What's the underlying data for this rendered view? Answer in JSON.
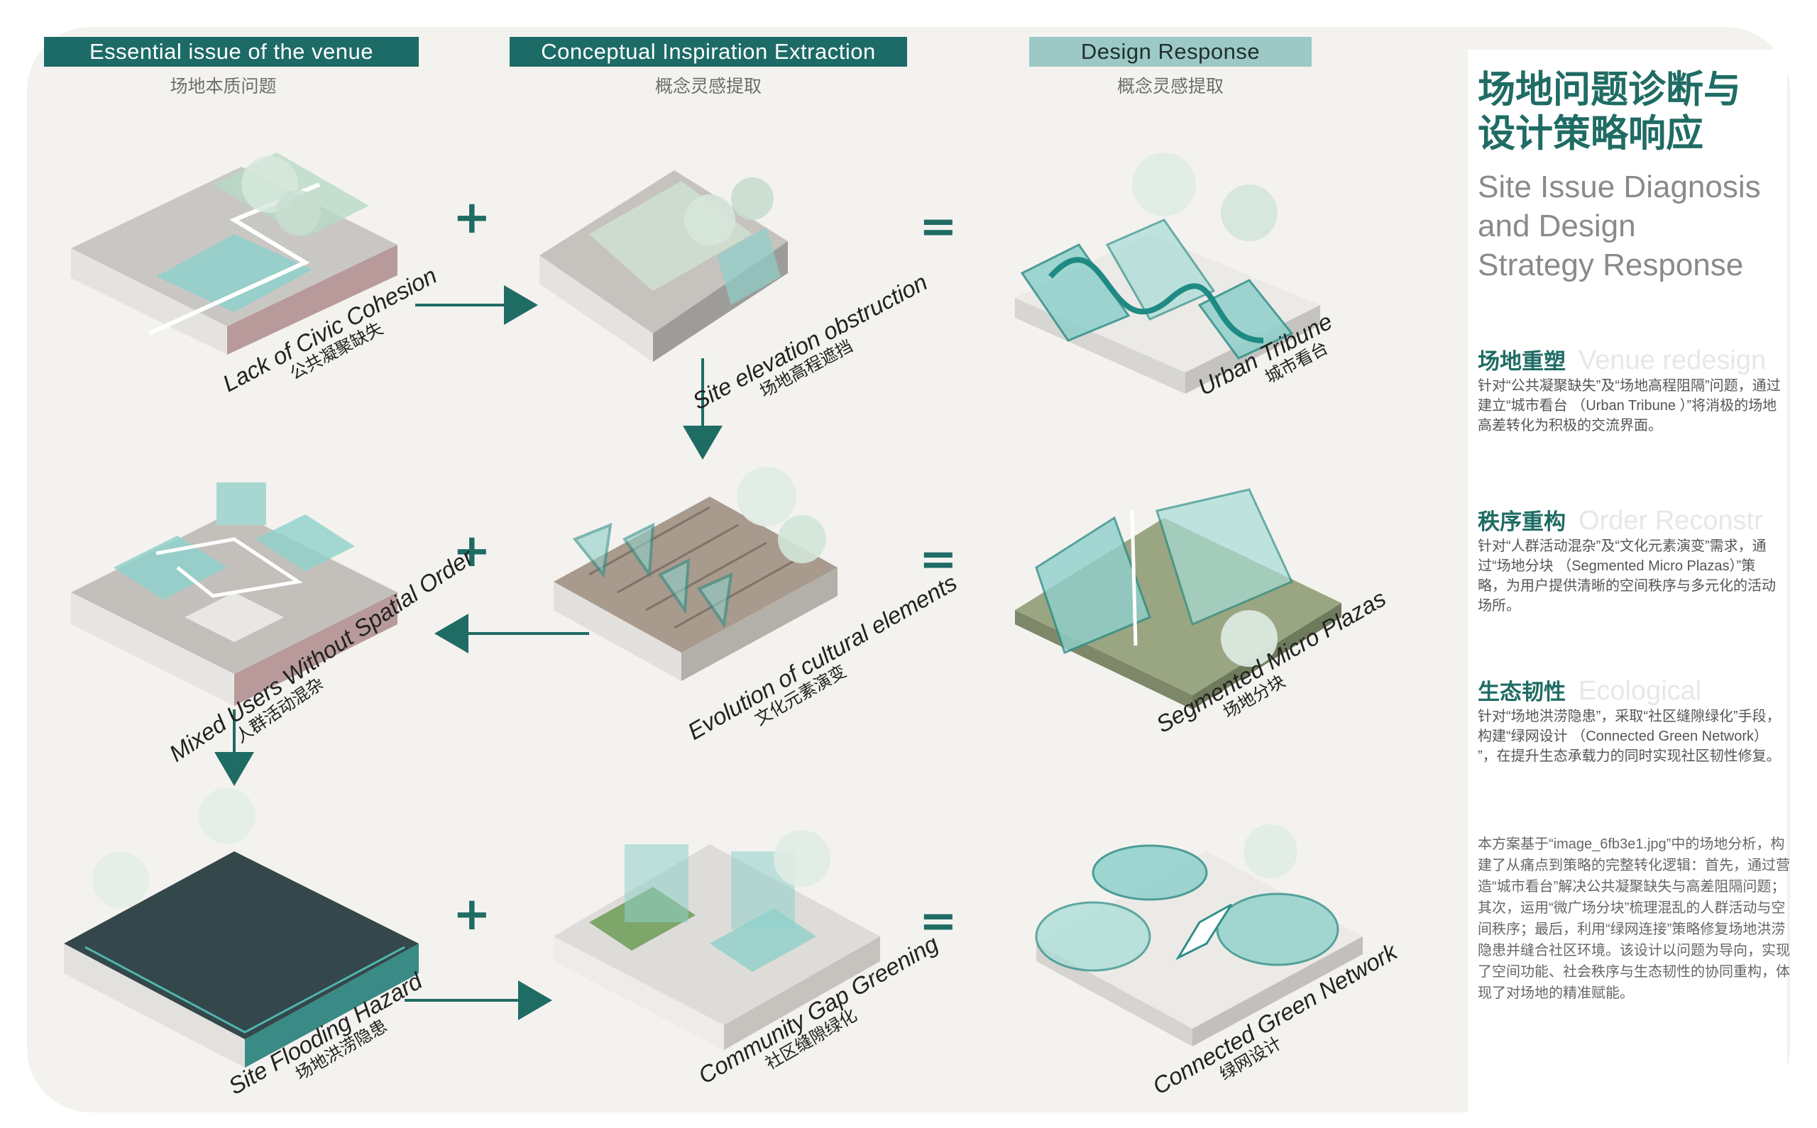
{
  "headers": [
    {
      "en": "Essential issue of the venue",
      "cn": "场地本质问题"
    },
    {
      "en": "Conceptual Inspiration Extraction",
      "cn": "概念灵感提取"
    },
    {
      "en": "Design Response",
      "cn": "概念灵感提取"
    }
  ],
  "operators": {
    "plus": "+",
    "equals": "="
  },
  "rows": [
    {
      "issue": {
        "en": "Lack of Civic Cohesion",
        "cn": "公共凝聚缺失"
      },
      "inspiration": {
        "en": "Site elevation obstruction",
        "cn": "场地高程遮挡"
      },
      "response": {
        "en": "Urban Tribune",
        "cn": "城市看台"
      }
    },
    {
      "issue": {
        "en": "Mixed Users Without Spatial Order",
        "cn": "人群活动混杂"
      },
      "inspiration": {
        "en": "Evolution of cultural elements",
        "cn": "文化元素演变"
      },
      "response": {
        "en": "Segmented Micro Plazas",
        "cn": "场地分块"
      }
    },
    {
      "issue": {
        "en": "Site Flooding Hazard",
        "cn": "场地洪涝隐患"
      },
      "inspiration": {
        "en": "Community Gap Greening",
        "cn": "社区缝隙绿化"
      },
      "response": {
        "en": "Connected Green Network",
        "cn": "绿网设计"
      }
    }
  ],
  "panel": {
    "title_cn_1": "场地问题诊断与",
    "title_cn_2": "设计策略响应",
    "title_en_1": "Site Issue Diagnosis",
    "title_en_2": "and Design",
    "title_en_3": "Strategy Response",
    "sections": [
      {
        "title": "场地重塑",
        "ghost": "Venue redesign",
        "body": "针对“公共凝聚缺失”及“场地高程阻隔”问题，通过建立“城市看台 （Urban Tribune ）”将消极的场地高差转化为积极的交流界面。"
      },
      {
        "title": "秩序重构",
        "ghost": "Order Reconstr",
        "body": "针对“人群活动混杂”及“文化元素演变”需求，通过“场地分块 （Segmented Micro Plazas）”策略，为用户提供清晰的空间秩序与多元化的活动场所。"
      },
      {
        "title": "生态韧性",
        "ghost": "Ecological",
        "body": "针对“场地洪涝隐患”，采取“社区缝隙绿化”手段，构建“绿网设计 （Connected Green Network） ”，在提升生态承载力的同时实现社区韧性修复。"
      }
    ],
    "summary": "本方案基于“image_6fb3e1.jpg”中的场地分析，构建了从痛点到策略的完整转化逻辑：首先，通过营造“城市看台”解决公共凝聚缺失与高差阻隔问题；其次，运用“微广场分块”梳理混乱的人群活动与空间秩序；最后，利用“绿网连接”策略修复场地洪涝隐患并缝合社区环境。该设计以问题为导向，实现了空间功能、社会秩序与生态韧性的协同重构，体现了对场地的精准赋能。"
  },
  "colors": {
    "teal_dark": "#1d6b67",
    "teal_light": "#9cc9c5",
    "glass": "#8fd0cb",
    "flow": "#1f6c64"
  }
}
